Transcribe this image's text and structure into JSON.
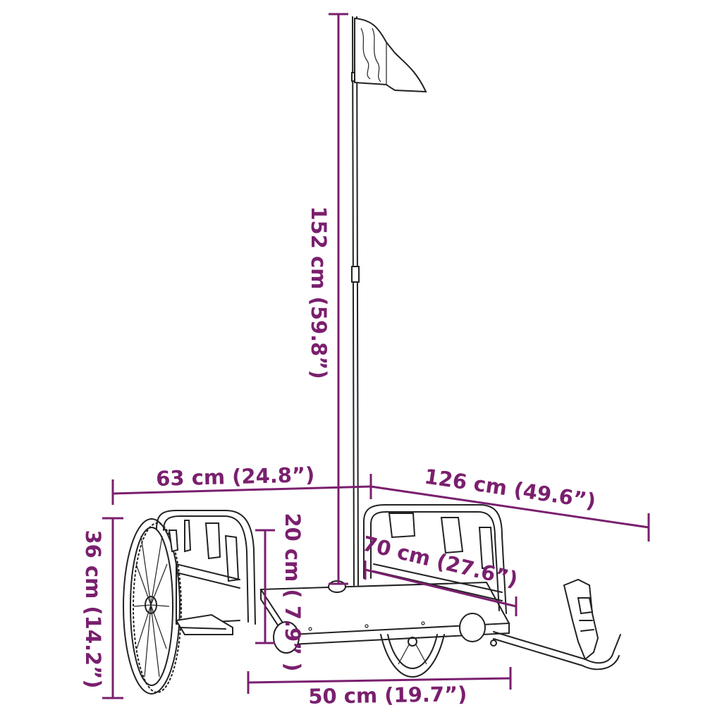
{
  "colors": {
    "dimension": "#7a1f6e",
    "drawing": "#222222",
    "background": "#ffffff"
  },
  "dimensions": {
    "flag_height": "152 cm (59.8”)",
    "width": "63 cm (24.8”)",
    "length": "126 cm (49.6”)",
    "height": "36 cm (14.2”)",
    "side_height": "20 cm ( 7.9” )",
    "bed_length": "70 cm (27.6”)",
    "bed_width": "50 cm (19.7”)"
  }
}
